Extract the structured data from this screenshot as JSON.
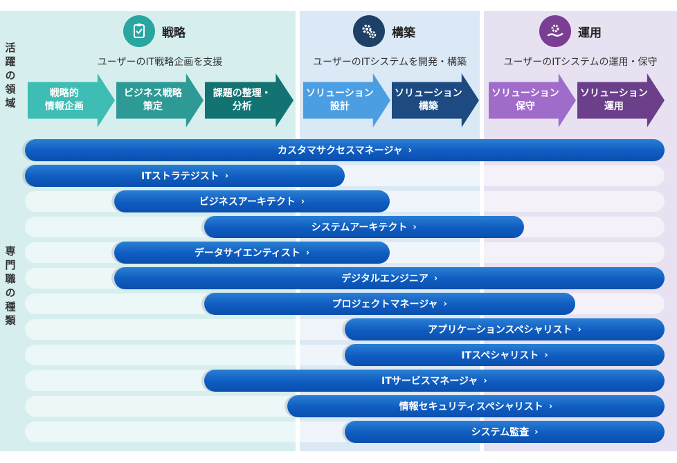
{
  "side_labels": {
    "top": "活躍の領域",
    "bottom": "専門職の種類"
  },
  "phases": [
    {
      "title": "戦略",
      "description": "ユーザーのIT戦略企画を支援",
      "icon": "clipboard-check-icon",
      "icon_color": "#2aa6a0"
    },
    {
      "title": "構築",
      "description": "ユーザーのITシステムを開発・構築",
      "icon": "gears-icon",
      "icon_color": "#1e3f66"
    },
    {
      "title": "運用",
      "description": "ユーザーのITシステムの運用・保守",
      "icon": "hand-gear-icon",
      "icon_color": "#7a3f93"
    }
  ],
  "arrows": [
    {
      "label": "戦略的\n情報企画",
      "color": "#3dbdb3"
    },
    {
      "label": "ビジネス戦略\n策定",
      "color": "#2e9a95"
    },
    {
      "label": "課題の整理・\n分析",
      "color": "#137272"
    },
    {
      "label": "ソリューション\n設計",
      "color": "#4c9ee3"
    },
    {
      "label": "ソリューション\n構築",
      "color": "#1d4a80"
    },
    {
      "label": "ソリューション\n保守",
      "color": "#a06cc9"
    },
    {
      "label": "ソリューション\n運用",
      "color": "#6b3f8a"
    }
  ],
  "roles": [
    {
      "name": "カスタマサクセスマネージャ",
      "chevron": "›",
      "start": 0.0,
      "end": 1.0
    },
    {
      "name": "ITストラテジスト",
      "chevron": "›",
      "start": 0.0,
      "end": 0.5
    },
    {
      "name": "ビジネスアーキテクト",
      "chevron": "›",
      "start": 0.14,
      "end": 0.57
    },
    {
      "name": "システムアーキテクト",
      "chevron": "›",
      "start": 0.28,
      "end": 0.78
    },
    {
      "name": "データサイエンティスト",
      "chevron": "›",
      "start": 0.14,
      "end": 0.57
    },
    {
      "name": "デジタルエンジニア",
      "chevron": "›",
      "start": 0.14,
      "end": 1.0
    },
    {
      "name": "プロジェクトマネージャ",
      "chevron": "›",
      "start": 0.28,
      "end": 0.86
    },
    {
      "name": "アプリケーションスペシャリスト",
      "chevron": "›",
      "start": 0.5,
      "end": 1.0
    },
    {
      "name": "ITスペシャリスト",
      "chevron": "›",
      "start": 0.5,
      "end": 1.0
    },
    {
      "name": "ITサービスマネージャ",
      "chevron": "›",
      "start": 0.28,
      "end": 1.0
    },
    {
      "name": "情報セキュリティスペシャリスト",
      "chevron": "›",
      "start": 0.41,
      "end": 1.0
    },
    {
      "name": "システム監査",
      "chevron": "›",
      "start": 0.5,
      "end": 1.0
    }
  ]
}
